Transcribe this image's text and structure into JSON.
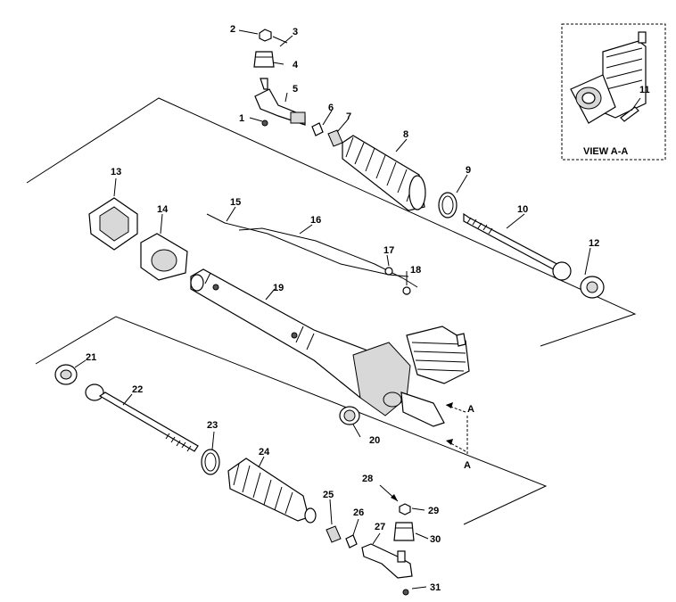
{
  "view_label": "VIEW A-A",
  "section_marks": [
    "A",
    "A"
  ],
  "callouts": [
    "1",
    "2",
    "3",
    "4",
    "5",
    "6",
    "7",
    "8",
    "9",
    "10",
    "11",
    "12",
    "13",
    "14",
    "15",
    "16",
    "17",
    "18",
    "19",
    "20",
    "21",
    "22",
    "23",
    "24",
    "25",
    "26",
    "27",
    "28",
    "29",
    "30",
    "31"
  ]
}
